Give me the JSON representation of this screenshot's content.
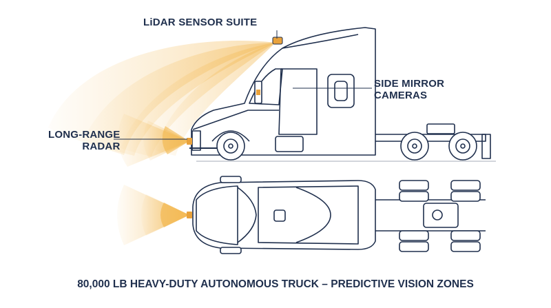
{
  "labels": {
    "lidar": "LiDAR SENSOR SUITE",
    "mirror_line1": "SIDE MIRROR",
    "mirror_line2": "CAMERAS",
    "radar_line1": "LONG-RANGE",
    "radar_line2": "RADAR"
  },
  "caption": "80,000 LB HEAVY-DUTY AUTONOMOUS TRUCK – PREDICTIVE VISION ZONES",
  "colors": {
    "ink": "#1f2f4d",
    "sensor_zone": "#f2b54a",
    "sensor_zone_light": "#f8d596",
    "sensor_unit": "#e9a23b",
    "background": "#ffffff"
  },
  "icons": {
    "lidar": "lidar-sensor-icon",
    "radar": "radar-sensor-icon",
    "camera": "mirror-camera-icon"
  }
}
